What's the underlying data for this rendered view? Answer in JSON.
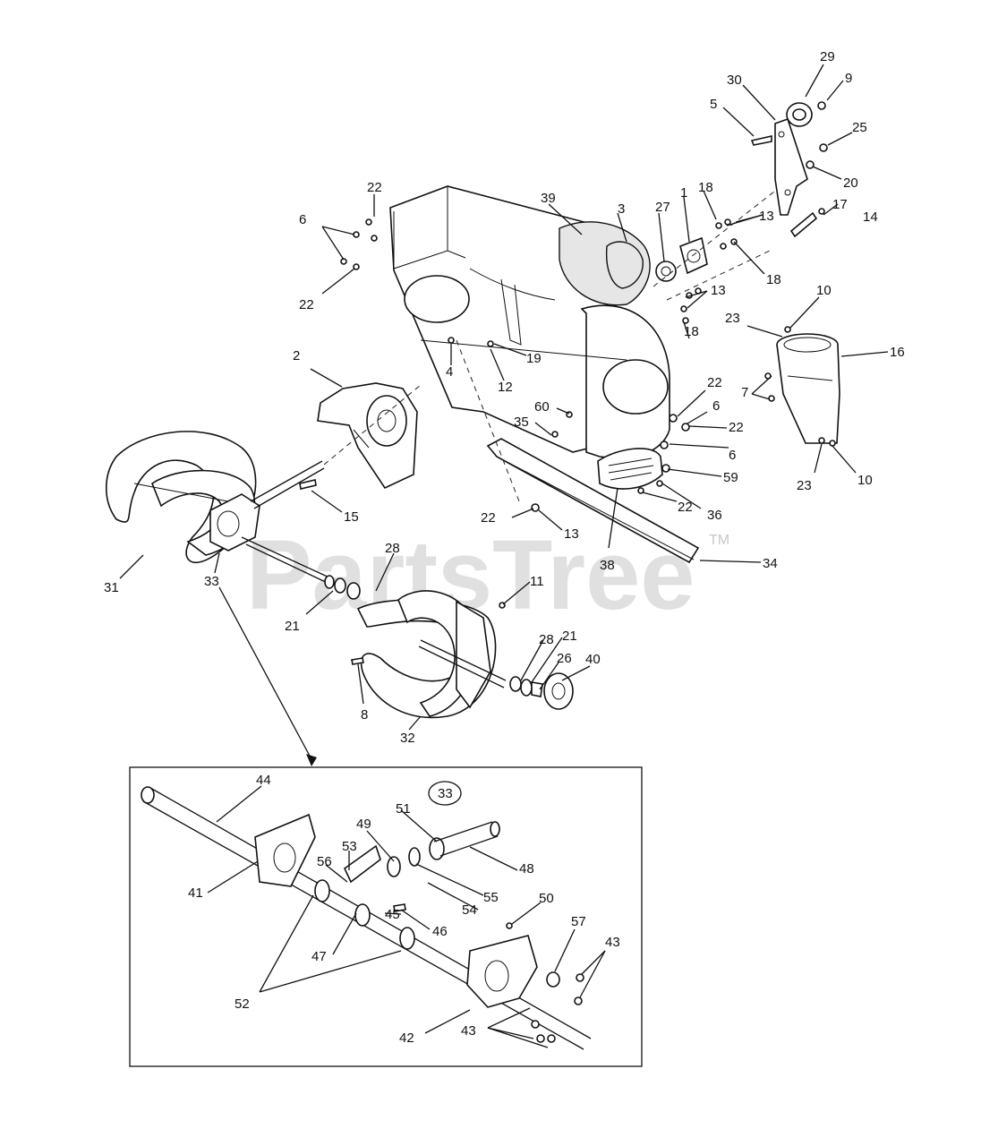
{
  "watermark": {
    "text": "PartsTree",
    "trademark": "TM"
  },
  "inset_callout": "33",
  "labels": [
    {
      "id": "l29",
      "text": "29"
    },
    {
      "id": "l9a",
      "text": "9"
    },
    {
      "id": "l30",
      "text": "30"
    },
    {
      "id": "l5",
      "text": "5"
    },
    {
      "id": "l25",
      "text": "25"
    },
    {
      "id": "l20",
      "text": "20"
    },
    {
      "id": "l22a",
      "text": "22"
    },
    {
      "id": "l18a",
      "text": "18"
    },
    {
      "id": "l39",
      "text": "39"
    },
    {
      "id": "l3",
      "text": "3"
    },
    {
      "id": "l27",
      "text": "27"
    },
    {
      "id": "l1",
      "text": "1"
    },
    {
      "id": "l13a",
      "text": "13"
    },
    {
      "id": "l17",
      "text": "17"
    },
    {
      "id": "l14",
      "text": "14"
    },
    {
      "id": "l6a",
      "text": "6"
    },
    {
      "id": "l18b",
      "text": "18"
    },
    {
      "id": "l13b",
      "text": "13"
    },
    {
      "id": "l22b",
      "text": "22"
    },
    {
      "id": "l10a",
      "text": "10"
    },
    {
      "id": "l23a",
      "text": "23"
    },
    {
      "id": "l18c",
      "text": "18"
    },
    {
      "id": "l16",
      "text": "16"
    },
    {
      "id": "l19",
      "text": "19"
    },
    {
      "id": "l4",
      "text": "4"
    },
    {
      "id": "l12",
      "text": "12"
    },
    {
      "id": "l2",
      "text": "2"
    },
    {
      "id": "l22c",
      "text": "22"
    },
    {
      "id": "l6b",
      "text": "6"
    },
    {
      "id": "l7",
      "text": "7"
    },
    {
      "id": "l60",
      "text": "60"
    },
    {
      "id": "l22d",
      "text": "22"
    },
    {
      "id": "l35",
      "text": "35"
    },
    {
      "id": "l6c",
      "text": "6"
    },
    {
      "id": "l59",
      "text": "59"
    },
    {
      "id": "l23b",
      "text": "23"
    },
    {
      "id": "l10b",
      "text": "10"
    },
    {
      "id": "l15",
      "text": "15"
    },
    {
      "id": "l36",
      "text": "36"
    },
    {
      "id": "l22e",
      "text": "22"
    },
    {
      "id": "l22f",
      "text": "22"
    },
    {
      "id": "l13c",
      "text": "13"
    },
    {
      "id": "l28a",
      "text": "28"
    },
    {
      "id": "l38",
      "text": "38"
    },
    {
      "id": "l34",
      "text": "34"
    },
    {
      "id": "l31",
      "text": "31"
    },
    {
      "id": "l33",
      "text": "33"
    },
    {
      "id": "l11",
      "text": "11"
    },
    {
      "id": "l21a",
      "text": "21"
    },
    {
      "id": "l28b",
      "text": "28"
    },
    {
      "id": "l21b",
      "text": "21"
    },
    {
      "id": "l26",
      "text": "26"
    },
    {
      "id": "l40",
      "text": "40"
    },
    {
      "id": "l8",
      "text": "8"
    },
    {
      "id": "l32",
      "text": "32"
    },
    {
      "id": "l44",
      "text": "44"
    },
    {
      "id": "l51",
      "text": "51"
    },
    {
      "id": "l49",
      "text": "49"
    },
    {
      "id": "l53",
      "text": "53"
    },
    {
      "id": "l48",
      "text": "48"
    },
    {
      "id": "l56",
      "text": "56"
    },
    {
      "id": "l41",
      "text": "41"
    },
    {
      "id": "l55",
      "text": "55"
    },
    {
      "id": "l45",
      "text": "45"
    },
    {
      "id": "l54",
      "text": "54"
    },
    {
      "id": "l46",
      "text": "46"
    },
    {
      "id": "l50",
      "text": "50"
    },
    {
      "id": "l47",
      "text": "47"
    },
    {
      "id": "l57",
      "text": "57"
    },
    {
      "id": "l43a",
      "text": "43"
    },
    {
      "id": "l52",
      "text": "52"
    },
    {
      "id": "l42",
      "text": "42"
    },
    {
      "id": "l43b",
      "text": "43"
    }
  ]
}
